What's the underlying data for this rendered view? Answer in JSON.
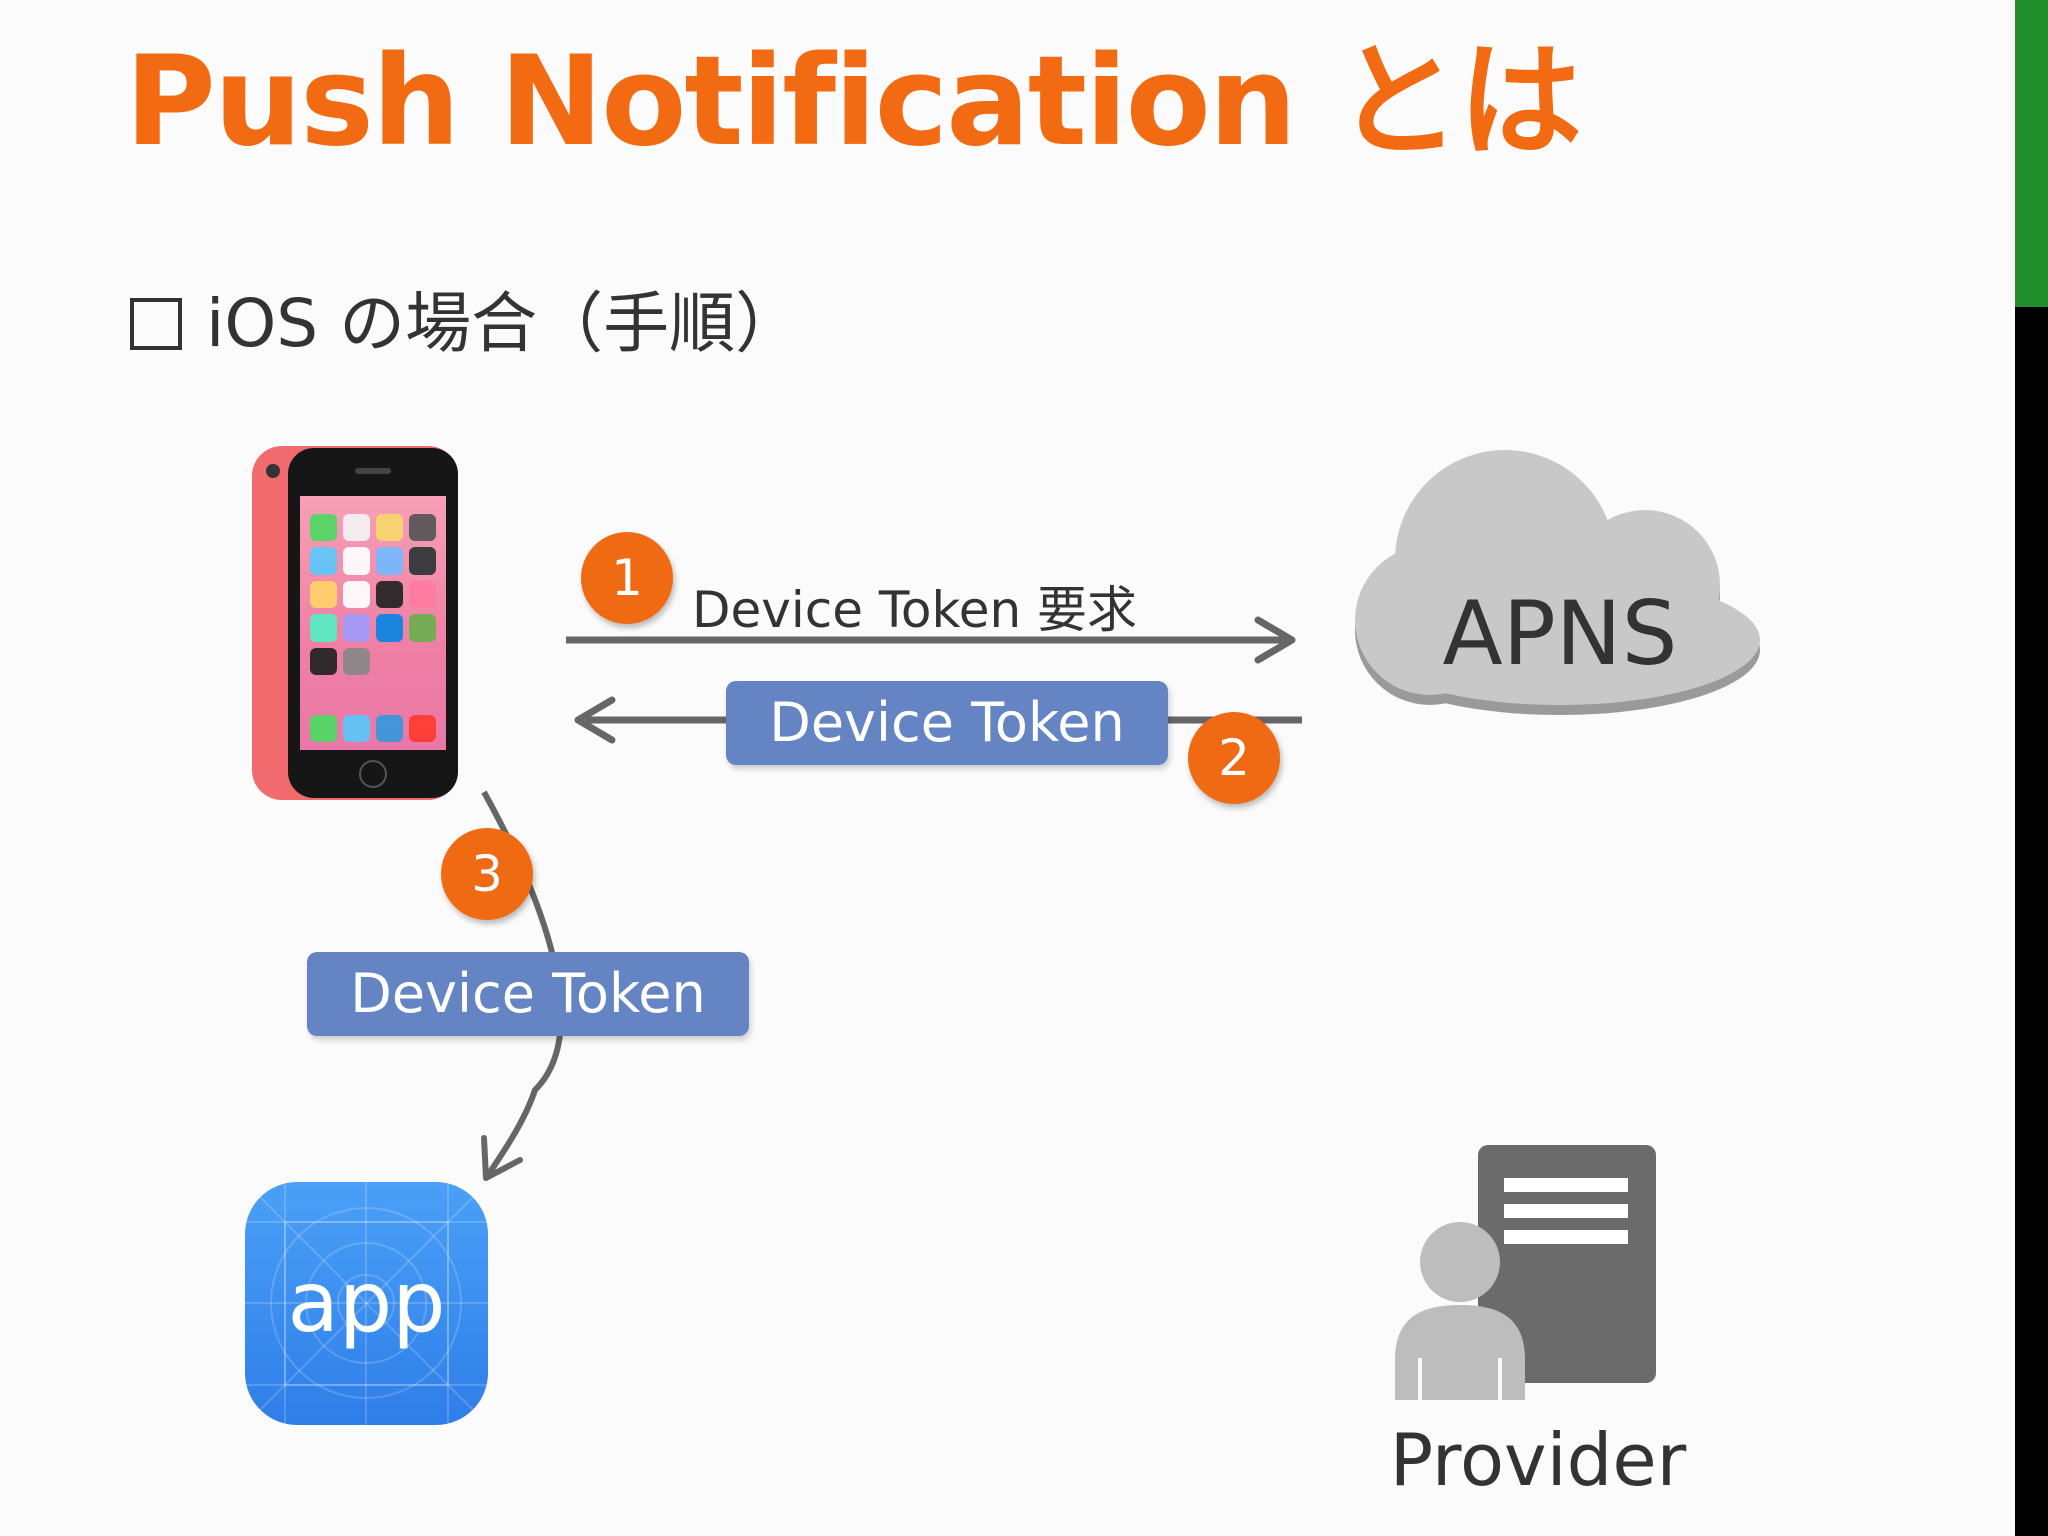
{
  "slide": {
    "title": "Push Notification とは",
    "subtitle": "iOS の場合（手順）"
  },
  "diagram": {
    "nodes": {
      "device": {
        "icon": "iphone-icon"
      },
      "app": {
        "icon": "app-icon",
        "label": "app"
      },
      "apns": {
        "icon": "cloud-icon",
        "label": "APNS"
      },
      "provider": {
        "icon": "provider-server-icon",
        "label": "Provider"
      }
    },
    "steps": [
      {
        "number": "1",
        "label": "Device Token 要求"
      },
      {
        "number": "2",
        "label": "Device Token"
      },
      {
        "number": "3",
        "label": "Device Token"
      }
    ]
  },
  "colors": {
    "title": "#f26b12",
    "badge": "#f06a14",
    "pill": "#6584c4",
    "arrow": "#666666",
    "cloud": "#c8c8c8",
    "sidebar_green": "#1f8f2a",
    "sidebar_black": "#000000"
  }
}
